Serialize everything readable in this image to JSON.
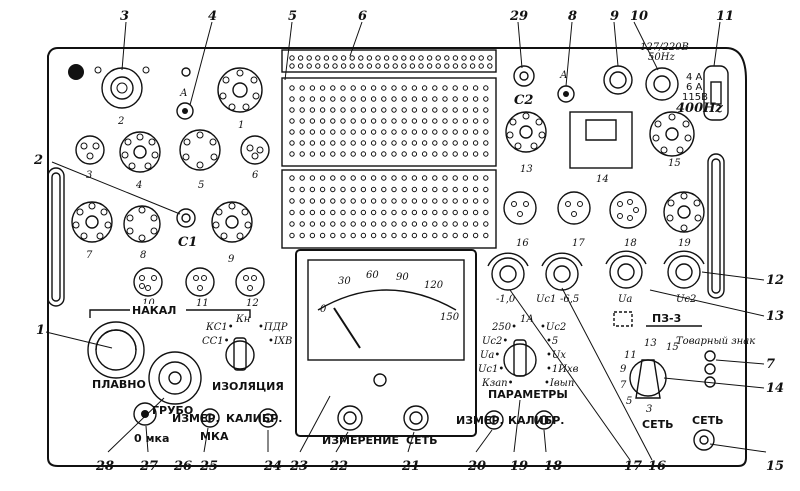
{
  "callouts": [
    "1",
    "2",
    "3",
    "4",
    "5",
    "6",
    "7",
    "8",
    "9",
    "10",
    "11",
    "12",
    "13",
    "14",
    "15",
    "16",
    "17",
    "18",
    "19",
    "20",
    "21",
    "22",
    "23",
    "24",
    "25",
    "26",
    "27",
    "28",
    "29"
  ],
  "panel": {
    "nakal": "НАКАЛ",
    "plavno": "ПЛАВНО",
    "grubo": "ГРУБО",
    "omka": "0 мка",
    "izmer_mka": "ИЗМЕР.",
    "kalibr_mka": "КАЛИБР.",
    "mka": "МКА",
    "izolyaciya": "ИЗОЛЯЦИЯ",
    "kn": "Кн",
    "ks1": "КС1•",
    "ss1": "СС1•",
    "pdr": "•ПДР",
    "ikhv": "•ІХВ",
    "izmerenie": "ИЗМЕРЕНИЕ",
    "set_meter": "СЕТЬ",
    "izmer_p": "ИЗМЕР.",
    "kalibr_p": "КАЛИБР.",
    "parametry": "ПАРАМЕТРЫ",
    "set_main": "СЕТЬ",
    "set_side": "СЕТЬ",
    "pz3": "ПЗ-3",
    "tovarny_znak": "Товарный знак",
    "power_rating": [
      "127/220В",
      "50Hz"
    ],
    "fuse_rating": [
      "4 А",
      "6 А",
      "115В"
    ],
    "hz400": "400Hz",
    "socket_numbers": [
      "1",
      "2",
      "3",
      "4",
      "5",
      "6",
      "7",
      "8",
      "9",
      "10",
      "11",
      "12",
      "13",
      "14",
      "15",
      "16",
      "17",
      "18",
      "19"
    ],
    "c1": "С1",
    "c2": "С2",
    "a_mark_left": "А",
    "a_mark_right": "А",
    "uc1_label": "Uс1",
    "uc1_scale": "-1,0",
    "uc1_scale_r": "-6,5",
    "ua_label": "Uа",
    "uc2_label": "Uс2",
    "param_positions": [
      "250•",
      "1А",
      "•Uс2",
      "Uс2•",
      "•5",
      "Uа•",
      "•Uх",
      "Uс1•",
      "•1Ихв",
      "Кзап•",
      "•Iвып"
    ],
    "set_positions": [
      "11",
      "13",
      "15",
      "9",
      "7",
      "5",
      "3"
    ],
    "meter_scale": [
      "0",
      "30",
      "60",
      "90",
      "120",
      "150"
    ]
  },
  "legend": {}
}
